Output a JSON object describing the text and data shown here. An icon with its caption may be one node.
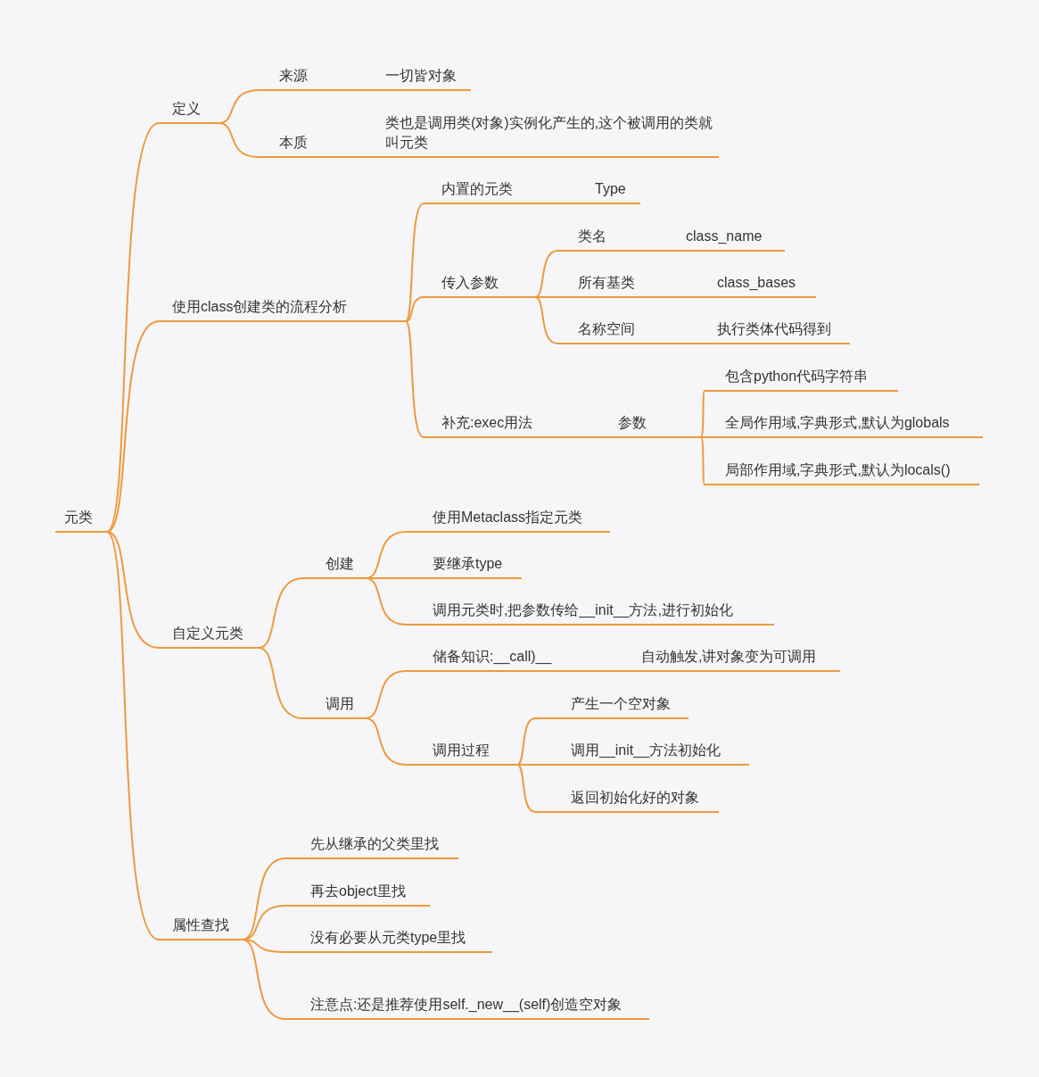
{
  "diagram": {
    "nodes": [
      {
        "text": [
          "元类"
        ]
      },
      {
        "text": [
          "定义"
        ]
      },
      {
        "text": [
          "来源"
        ]
      },
      {
        "text": [
          "一切皆对象"
        ]
      },
      {
        "text": [
          "本质"
        ]
      },
      {
        "text": [
          "类也是调用类(对象)实例化产生的,这个被调用的类就叫元类"
        ]
      },
      {
        "text": [
          "使用class创建类的流程分析"
        ]
      },
      {
        "text": [
          "内置的元类"
        ]
      },
      {
        "text": [
          "Type"
        ]
      },
      {
        "text": [
          "传入参数"
        ]
      },
      {
        "text": [
          "类名"
        ]
      },
      {
        "text": [
          "class_name"
        ]
      },
      {
        "text": [
          "所有基类"
        ]
      },
      {
        "text": [
          "class_bases"
        ]
      },
      {
        "text": [
          "名称空间"
        ]
      },
      {
        "text": [
          "执行类体代码得到"
        ]
      },
      {
        "text": [
          "补充:exec用法"
        ]
      },
      {
        "text": [
          "参数"
        ]
      },
      {
        "text": [
          "包含python代码字符串"
        ]
      },
      {
        "text": [
          "全局作用域,字典形式,默认为globals"
        ]
      },
      {
        "text": [
          "局部作用域,字典形式,默认为locals()"
        ]
      },
      {
        "text": [
          "自定义元类"
        ]
      },
      {
        "text": [
          "创建"
        ]
      },
      {
        "text": [
          "使用Metaclass指定元类"
        ]
      },
      {
        "text": [
          "要继承type"
        ]
      },
      {
        "text": [
          "调用元类时,把参数传给__init__方法,进行初始化"
        ]
      },
      {
        "text": [
          "调用"
        ]
      },
      {
        "text": [
          "储备知识:__call)__"
        ]
      },
      {
        "text": [
          "自动触发,讲对象变为可调用"
        ]
      },
      {
        "text": [
          "调用过程"
        ]
      },
      {
        "text": [
          "产生一个空对象"
        ]
      },
      {
        "text": [
          "调用__init__方法初始化"
        ]
      },
      {
        "text": [
          "返回初始化好的对象"
        ]
      },
      {
        "text": [
          "属性查找"
        ]
      },
      {
        "text": [
          "先从继承的父类里找"
        ]
      },
      {
        "text": [
          "再去object里找"
        ]
      },
      {
        "text": [
          "没有必要从元类type里找"
        ]
      },
      {
        "text": [
          "注意点:还是推荐使用self._new__(self)创造空对象"
        ]
      }
    ],
    "edges": [
      {
        "from": 0,
        "to": 1,
        "arrow": "none"
      },
      {
        "from": 1,
        "to": 2,
        "arrow": "none"
      },
      {
        "from": 2,
        "to": 3,
        "arrow": "none"
      },
      {
        "from": 1,
        "to": 4,
        "arrow": "none"
      },
      {
        "from": 4,
        "to": 5,
        "arrow": "none"
      },
      {
        "from": 0,
        "to": 6,
        "arrow": "none"
      },
      {
        "from": 6,
        "to": 7,
        "arrow": "none"
      },
      {
        "from": 7,
        "to": 8,
        "arrow": "none"
      },
      {
        "from": 6,
        "to": 9,
        "arrow": "none"
      },
      {
        "from": 9,
        "to": 10,
        "arrow": "none"
      },
      {
        "from": 10,
        "to": 11,
        "arrow": "none"
      },
      {
        "from": 9,
        "to": 12,
        "arrow": "none"
      },
      {
        "from": 12,
        "to": 13,
        "arrow": "none"
      },
      {
        "from": 9,
        "to": 14,
        "arrow": "none"
      },
      {
        "from": 14,
        "to": 15,
        "arrow": "none"
      },
      {
        "from": 6,
        "to": 16,
        "arrow": "none"
      },
      {
        "from": 16,
        "to": 17,
        "arrow": "none"
      },
      {
        "from": 17,
        "to": 18,
        "arrow": "none"
      },
      {
        "from": 17,
        "to": 19,
        "arrow": "none"
      },
      {
        "from": 17,
        "to": 20,
        "arrow": "none"
      },
      {
        "from": 0,
        "to": 21,
        "arrow": "none"
      },
      {
        "from": 21,
        "to": 22,
        "arrow": "none"
      },
      {
        "from": 22,
        "to": 23,
        "arrow": "none"
      },
      {
        "from": 22,
        "to": 24,
        "arrow": "none"
      },
      {
        "from": 22,
        "to": 25,
        "arrow": "none"
      },
      {
        "from": 21,
        "to": 26,
        "arrow": "none"
      },
      {
        "from": 26,
        "to": 27,
        "arrow": "none"
      },
      {
        "from": 27,
        "to": 28,
        "arrow": "none"
      },
      {
        "from": 26,
        "to": 29,
        "arrow": "none"
      },
      {
        "from": 29,
        "to": 30,
        "arrow": "none"
      },
      {
        "from": 29,
        "to": 31,
        "arrow": "none"
      },
      {
        "from": 29,
        "to": 32,
        "arrow": "none"
      },
      {
        "from": 0,
        "to": 33,
        "arrow": "none"
      },
      {
        "from": 33,
        "to": 34,
        "arrow": "none"
      },
      {
        "from": 33,
        "to": 35,
        "arrow": "none"
      },
      {
        "from": 33,
        "to": 36,
        "arrow": "none"
      },
      {
        "from": 33,
        "to": 37,
        "arrow": "none"
      }
    ]
  }
}
